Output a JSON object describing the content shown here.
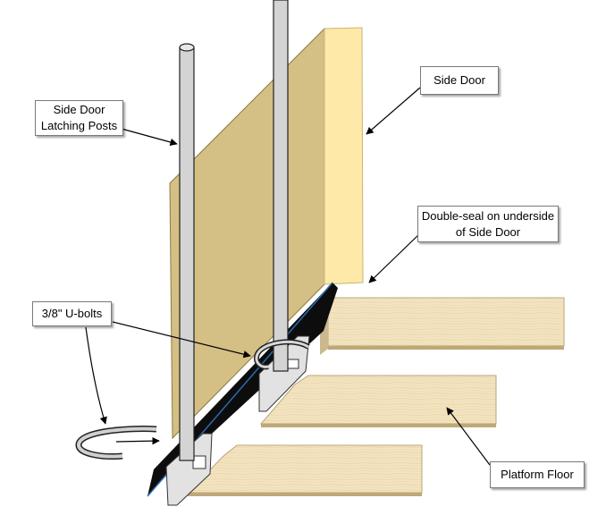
{
  "labels": {
    "latching_posts_line1": "Side Door",
    "latching_posts_line2": "Latching Posts",
    "side_door": "Side Door",
    "double_seal_line1": "Double-seal on underside",
    "double_seal_line2": "of Side Door",
    "u_bolts": "3/8\" U-bolts",
    "platform_floor": "Platform Floor"
  },
  "colors": {
    "door_face": "#d4bf84",
    "door_edge": "#ffe9a8",
    "door_top": "#f5dfa0",
    "plank_face": "#f3e3bf",
    "plank_edge": "#cbb88c",
    "post": "#d4d4d4",
    "seal": "#0d0d0d",
    "seal_edge": "#2b6cb0",
    "bracket": "#e2e2e2"
  }
}
